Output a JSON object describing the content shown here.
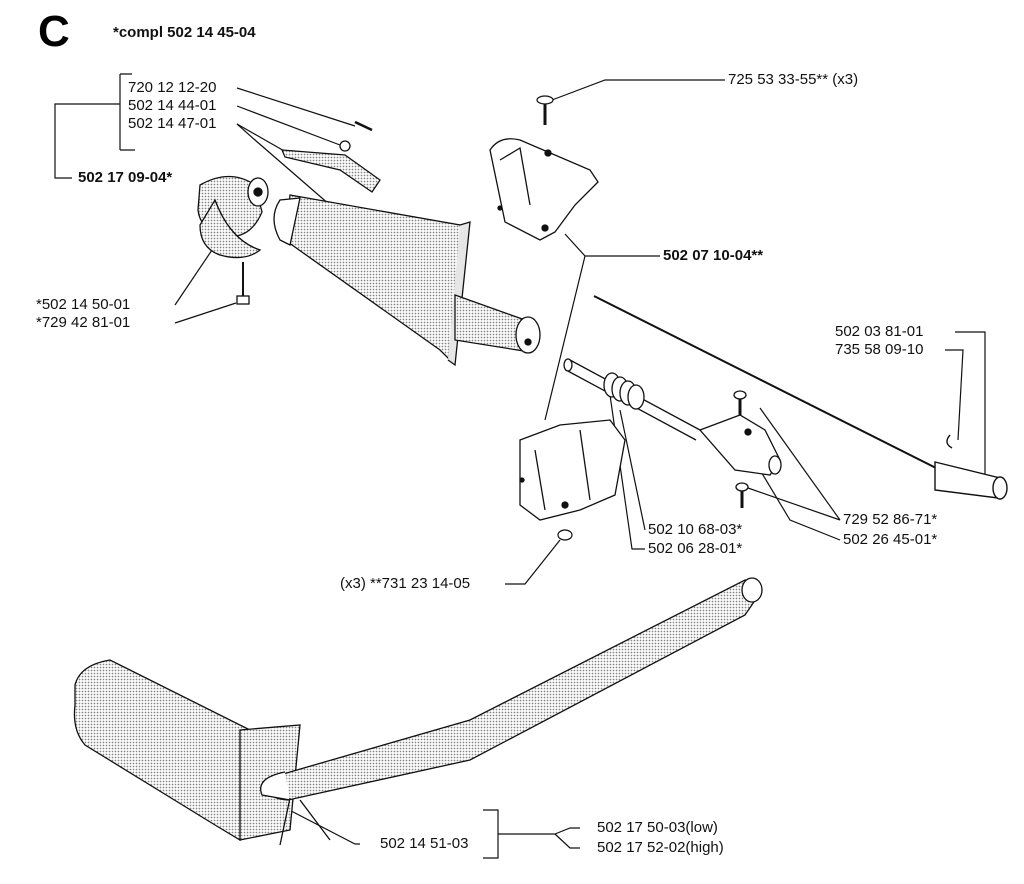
{
  "diagram": {
    "section_letter": "C",
    "title": "*compl 502 14 45-04",
    "labels": {
      "part_720_12_12_20": "720 12 12-20",
      "part_502_14_44_01": "502 14 44-01",
      "part_502_14_47_01": "502 14 47-01",
      "kit_502_17_09_04": "502 17 09-04*",
      "part_502_14_50_01": "*502 14 50-01",
      "part_729_42_81_01": "*729 42 81-01",
      "screw_725_53_33_55": "725 53 33-55** (x3)",
      "kit_502_07_10_04": "502 07 10-04**",
      "part_502_03_81_01": "502 03 81-01",
      "part_735_58_09_10": "735 58 09-10",
      "part_729_52_86_71": "729 52 86-71*",
      "part_502_26_45_01": "502 26 45-01*",
      "part_502_10_68_03": "502 10 68-03*",
      "part_502_06_28_01": "502 06 28-01*",
      "nut_731_23_14_05": "(x3) **731 23 14-05",
      "part_502_14_51_03": "502 14 51-03",
      "part_502_17_50_03": "502 17 50-03(low)",
      "part_502_17_52_02": "502 17 52-02(high)"
    }
  },
  "colors": {
    "ink": "#111111",
    "shade": "#cfcfcf",
    "paper": "#ffffff"
  }
}
